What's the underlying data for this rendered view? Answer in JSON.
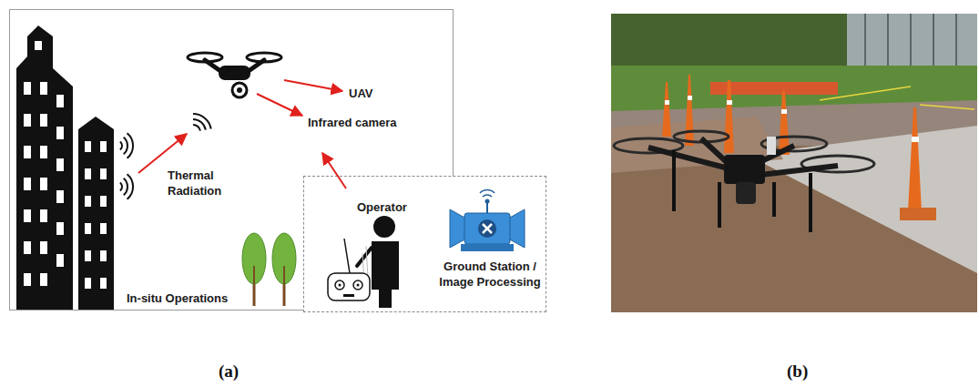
{
  "diagram": {
    "nodes": [
      {
        "text": [
          "In-situ Operations"
        ]
      },
      {
        "text": [
          "Operator",
          "Ground Station / Image Processing"
        ]
      }
    ],
    "labels": [
      "UAV",
      "Infrared camera",
      "Thermal Radiation",
      "(a)",
      "(b)"
    ]
  }
}
